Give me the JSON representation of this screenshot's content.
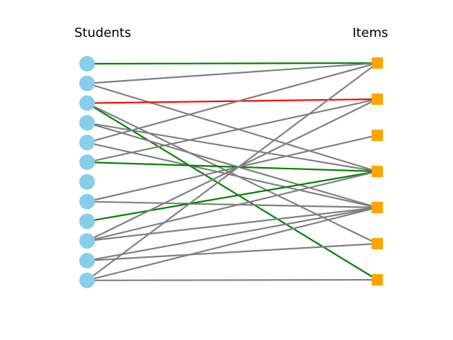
{
  "headings": {
    "left": "Students",
    "right": "Items"
  },
  "colors": {
    "student_node": "#87CEEB",
    "item_node": "#FFA500",
    "edge_default": "#808080",
    "edge_green": "#008000",
    "edge_red": "#FF0000"
  },
  "graph": {
    "student_count": 12,
    "item_count": 7,
    "edges": [
      {
        "student": 0,
        "item": 0,
        "color": "green"
      },
      {
        "student": 1,
        "item": 0,
        "color": "gray"
      },
      {
        "student": 1,
        "item": 3,
        "color": "gray"
      },
      {
        "student": 2,
        "item": 1,
        "color": "red"
      },
      {
        "student": 2,
        "item": 6,
        "color": "green"
      },
      {
        "student": 2,
        "item": 5,
        "color": "gray"
      },
      {
        "student": 3,
        "item": 3,
        "color": "gray"
      },
      {
        "student": 3,
        "item": 4,
        "color": "gray"
      },
      {
        "student": 4,
        "item": 0,
        "color": "gray"
      },
      {
        "student": 4,
        "item": 4,
        "color": "gray"
      },
      {
        "student": 5,
        "item": 1,
        "color": "gray"
      },
      {
        "student": 5,
        "item": 3,
        "color": "green"
      },
      {
        "student": 7,
        "item": 2,
        "color": "gray"
      },
      {
        "student": 7,
        "item": 4,
        "color": "gray"
      },
      {
        "student": 8,
        "item": 3,
        "color": "green"
      },
      {
        "student": 9,
        "item": 1,
        "color": "gray"
      },
      {
        "student": 9,
        "item": 3,
        "color": "gray"
      },
      {
        "student": 9,
        "item": 4,
        "color": "gray"
      },
      {
        "student": 10,
        "item": 4,
        "color": "gray"
      },
      {
        "student": 10,
        "item": 5,
        "color": "gray"
      },
      {
        "student": 11,
        "item": 0,
        "color": "gray"
      },
      {
        "student": 11,
        "item": 4,
        "color": "gray"
      },
      {
        "student": 11,
        "item": 6,
        "color": "gray"
      }
    ]
  }
}
